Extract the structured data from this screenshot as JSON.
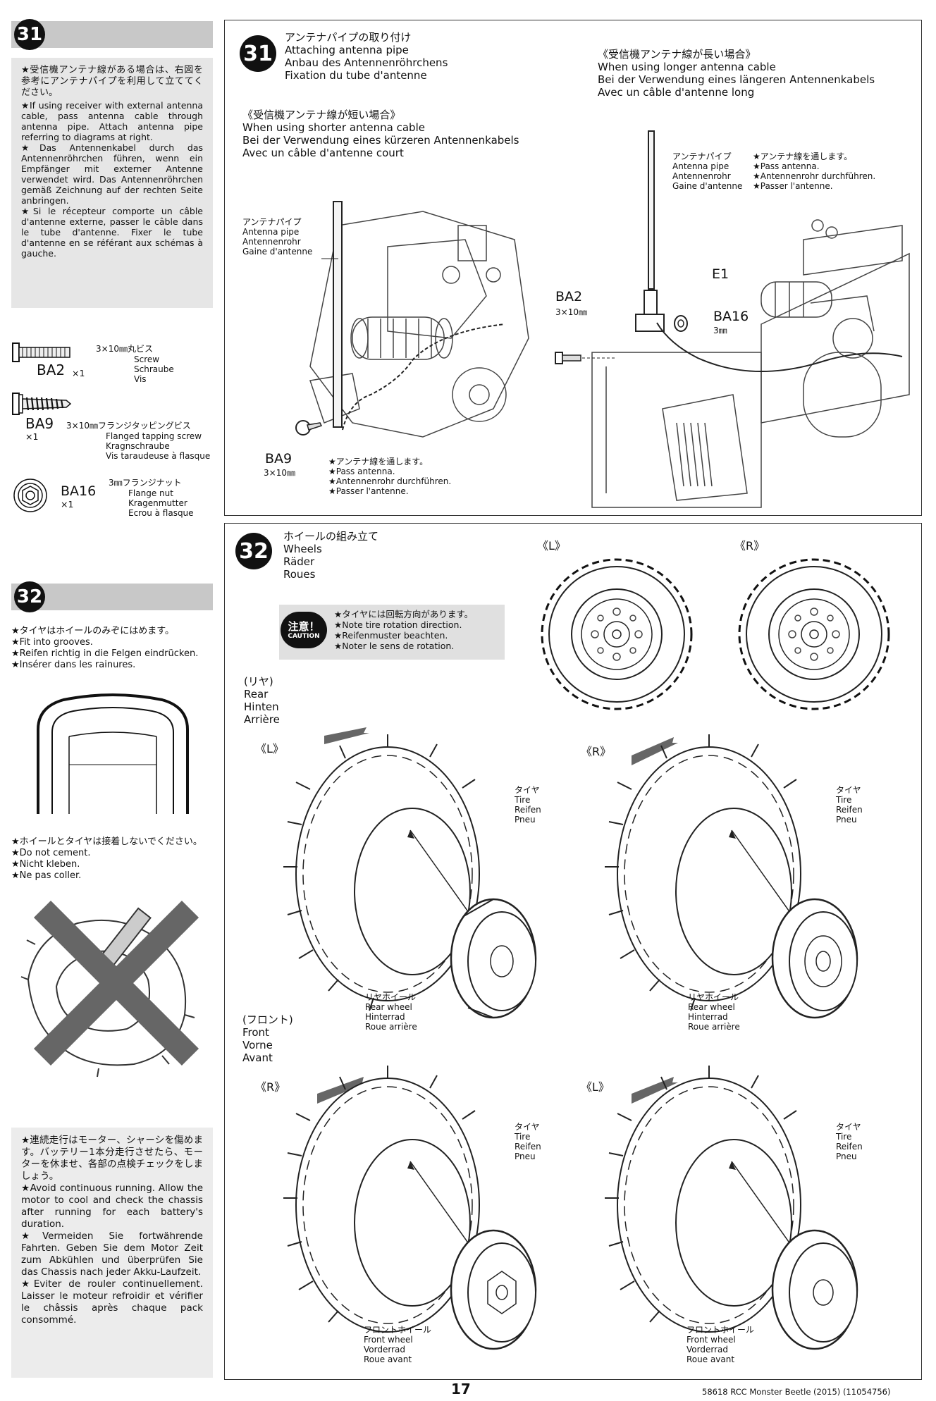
{
  "sidebar": {
    "step31": {
      "number": "31",
      "notes": [
        "★受信機アンテナ線がある場合は、右図を参考にアンテナパイプを利用して立ててください。",
        "★If using receiver with external antenna cable, pass antenna cable through antenna pipe. Attach antenna pipe referring to diagrams at right.",
        "★Das Antennenkabel durch das Antennenröhrchen führen, wenn ein Empfänger mit externer Antenne verwendet wird. Das Antennenröhrchen gemäß Zeichnung auf der rechten Seite anbringen.",
        "★Si le récepteur comporte un câble d'antenne externe, passer le câble dans le tube d'antenne. Fixer le tube d'antenne en se référant aux schémas à gauche."
      ],
      "parts": [
        {
          "code": "BA2",
          "qty": "×1",
          "size": "3×10㎜丸ビス",
          "names": [
            "Screw",
            "Schraube",
            "Vis"
          ],
          "icon": "screw-icon"
        },
        {
          "code": "BA9",
          "qty": "×1",
          "size": "3×10㎜フランジタッピングビス",
          "names": [
            "Flanged tapping screw",
            "Kragnschraube",
            "Vis taraudeuse à flasque"
          ],
          "icon": "tapping-screw-icon"
        },
        {
          "code": "BA16",
          "qty": "×1",
          "size": "3㎜フランジナット",
          "names": [
            "Flange nut",
            "Kragenmutter",
            "Ecrou à flasque"
          ],
          "icon": "flange-nut-icon"
        }
      ]
    },
    "step32": {
      "number": "32",
      "grooves": [
        "★タイヤはホイールのみぞにはめます。",
        "★Fit into grooves.",
        "★Reifen richtig in die Felgen eindrücken.",
        "★Insérer dans les rainures."
      ],
      "no_cement": [
        "★ホイールとタイヤは接着しないでください。",
        "★Do not cement.",
        "★Nicht kleben.",
        "★Ne pas coller."
      ],
      "running_notes": [
        "★連続走行はモーター、シャーシを傷めます。バッテリー1本分走行させたら、モーターを休ませ、各部の点検チェックをしましょう。",
        "★Avoid continuous running. Allow the motor to cool and check the chassis after running for each battery's duration.",
        "★Vermeiden Sie fortwährende Fahrten. Geben Sie dem Motor Zeit zum Abkühlen und überprüfen Sie das Chassis nach jeder Akku-Laufzeit.",
        "★Eviter de rouler continuellement. Laisser le moteur refroidir et vérifier le châssis après chaque pack consommé."
      ]
    }
  },
  "step31": {
    "number": "31",
    "title": [
      "アンテナパイプの取り付け",
      "Attaching antenna pipe",
      "Anbau des Antennenröhrchens",
      "Fixation du tube d'antenne"
    ],
    "short_cable": {
      "heading": [
        "《受信機アンテナ線が短い場合》",
        "When using shorter antenna cable",
        "Bei der Verwendung eines kürzeren Antennenkabels",
        "Avec un câble d'antenne court"
      ],
      "pipe_label": [
        "アンテナパイプ",
        "Antenna pipe",
        "Antennenrohr",
        "Gaine d'antenne"
      ],
      "screw_code": "BA9",
      "screw_size": "3×10㎜",
      "pass_note": [
        "★アンテナ線を通します。",
        "★Pass antenna.",
        "★Antennenrohr durchführen.",
        "★Passer l'antenne."
      ]
    },
    "long_cable": {
      "heading": [
        "《受信機アンテナ線が長い場合》",
        "When using longer antenna cable",
        "Bei der Verwendung eines längeren Antennenkabels",
        "Avec un câble d'antenne long"
      ],
      "pipe_label": [
        "アンテナパイプ",
        "Antenna pipe",
        "Antennenrohr",
        "Gaine d'antenne"
      ],
      "pass_note": [
        "★アンテナ線を通します。",
        "★Pass antenna.",
        "★Antennenrohr durchführen.",
        "★Passer l'antenne."
      ],
      "part_e1": "E1",
      "screw_code": "BA2",
      "screw_size": "3×10㎜",
      "nut_code": "BA16",
      "nut_size": "3㎜"
    }
  },
  "step32": {
    "number": "32",
    "title": [
      "ホイールの組み立て",
      "Wheels",
      "Räder",
      "Roues"
    ],
    "caution_badge": [
      "注意！",
      "CAUTION"
    ],
    "caution_text": [
      "★タイヤには回転方向があります。",
      "★Note tire rotation direction.",
      "★Reifenmuster beachten.",
      "★Noter le sens de rotation."
    ],
    "tire_labels": {
      "left": "《L》",
      "right": "《R》"
    },
    "rear": [
      "(リヤ)",
      "Rear",
      "Hinten",
      "Arrière"
    ],
    "front": [
      "(フロント)",
      "Front",
      "Vorne",
      "Avant"
    ],
    "tire_label": [
      "タイヤ",
      "Tire",
      "Reifen",
      "Pneu"
    ],
    "rear_wheel": [
      "リヤホイール",
      "Rear wheel",
      "Hinterrad",
      "Roue arrière"
    ],
    "front_wheel": [
      "フロントホイール",
      "Front wheel",
      "Vorderrad",
      "Roue avant"
    ]
  },
  "footer": {
    "page_number": "17",
    "reference": "58618 RCC Monster Beetle (2015) (11054756)"
  }
}
